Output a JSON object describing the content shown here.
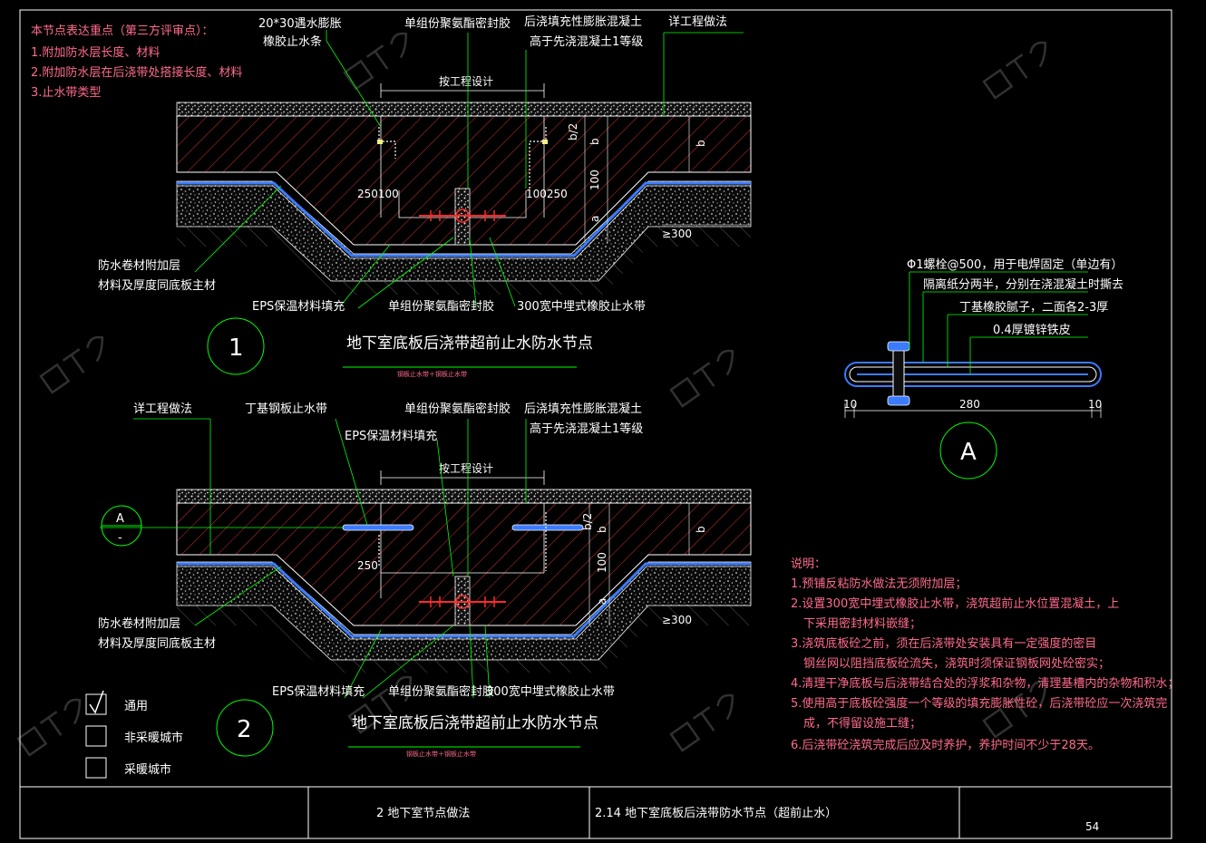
{
  "focus_note": {
    "heading": "本节点表达重点（第三方评审点）：",
    "items": [
      "1.附加防水层长度、材料",
      "2.附加防水层在后浇带处搭接长度、材料",
      "3.止水带类型"
    ]
  },
  "detail1": {
    "labels": {
      "swelling_strip": [
        "20*30遇水膨胀",
        "橡胶止水条"
      ],
      "sealant_top": "单组份聚氨酯密封胶",
      "concrete": [
        "后浇填充性膨胀混凝土",
        "高于先浇混凝土1等级"
      ],
      "see_project": "详工程做法",
      "design_width": "按工程设计",
      "extra_layer": [
        "防水卷材附加层",
        "材料及厚度同底板主材"
      ],
      "eps": "EPS保温材料填充",
      "sealant_bottom": "单组份聚氨酯密封胶",
      "waterstop": "300宽中埋式橡胶止水带"
    },
    "dims": {
      "left": "250100",
      "right": "100250",
      "b_half": "b/2",
      "b": "b",
      "h100": "100",
      "a": "a",
      "ge300": "≥300"
    },
    "number": "1",
    "title": "地下室底板后浇带超前止水防水节点",
    "subtitle": "钢板止水带＋钢板止水带"
  },
  "detail2": {
    "labels": {
      "see_project": "详工程做法",
      "steel_plate": "丁基钢板止水带",
      "sealant_top": "单组份聚氨酯密封胶",
      "concrete": [
        "后浇填充性膨胀混凝土",
        "高于先浇混凝土1等级"
      ],
      "eps_top": "EPS保温材料填充",
      "design_width": "按工程设计",
      "extra_layer": [
        "防水卷材附加层",
        "材料及厚度同底板主材"
      ],
      "eps_bottom": "EPS保温材料填充",
      "sealant_bottom": "单组份聚氨酯密封胶",
      "waterstop": "300宽中埋式橡胶止水带"
    },
    "dims": {
      "left": "250",
      "b_half": "b/2",
      "b": "b",
      "h100": "100",
      "a": "a",
      "ge300": "≥300"
    },
    "section_mark": {
      "letter": "A",
      "dash": "-"
    },
    "number": "2",
    "title": "地下室底板后浇带超前止水防水节点",
    "subtitle": "钢板止水带＋钢板止水带"
  },
  "detailA": {
    "labels": [
      "Φ1螺栓@500，用于电焊固定（单边有）",
      "隔离纸分两半，分别在浇混凝土时撕去",
      "丁基橡胶腻子，二面各2-3厚",
      "0.4厚镀锌铁皮"
    ],
    "dims": {
      "left": "10",
      "mid": "280",
      "right": "10"
    },
    "letter": "A"
  },
  "notes": {
    "heading": "说明：",
    "lines": [
      "1.预铺反粘防水做法无须附加层；",
      "2.设置300宽中埋式橡胶止水带，浇筑超前止水位置混凝土，上",
      "下采用密封材料嵌缝；",
      "3.浇筑底板砼之前，须在后浇带处安装具有一定强度的密目",
      "钢丝网以阻挡底板砼流失，浇筑时须保证钢板网处砼密实；",
      "4.清理干净底板与后浇带结合处的浮浆和杂物，清理基槽内的杂物和积水；",
      "5.使用高于底板砼强度一个等级的填充膨胀性砼，后浇带砼应一次浇筑完",
      "成，不得留设施工缝；",
      "6.后浇带砼浇筑完成后应及时养护，养护时间不少于28天。"
    ]
  },
  "legend": [
    {
      "label": "通用",
      "checked": true
    },
    {
      "label": "非采暖城市",
      "checked": false
    },
    {
      "label": "采暖城市",
      "checked": false
    }
  ],
  "title_block": {
    "chapter": "2  地下室节点做法",
    "drawing": "2.14  地下室底板后浇带防水节点（超前止水）",
    "page": "54"
  },
  "colors": {
    "frame": "#ffffff",
    "leader": "#00ff00",
    "concrete_hatch": "#ff4040",
    "membrane": "#3a7bff",
    "note_red": "#ff6b8b",
    "gravel": "#c8c8c8"
  }
}
